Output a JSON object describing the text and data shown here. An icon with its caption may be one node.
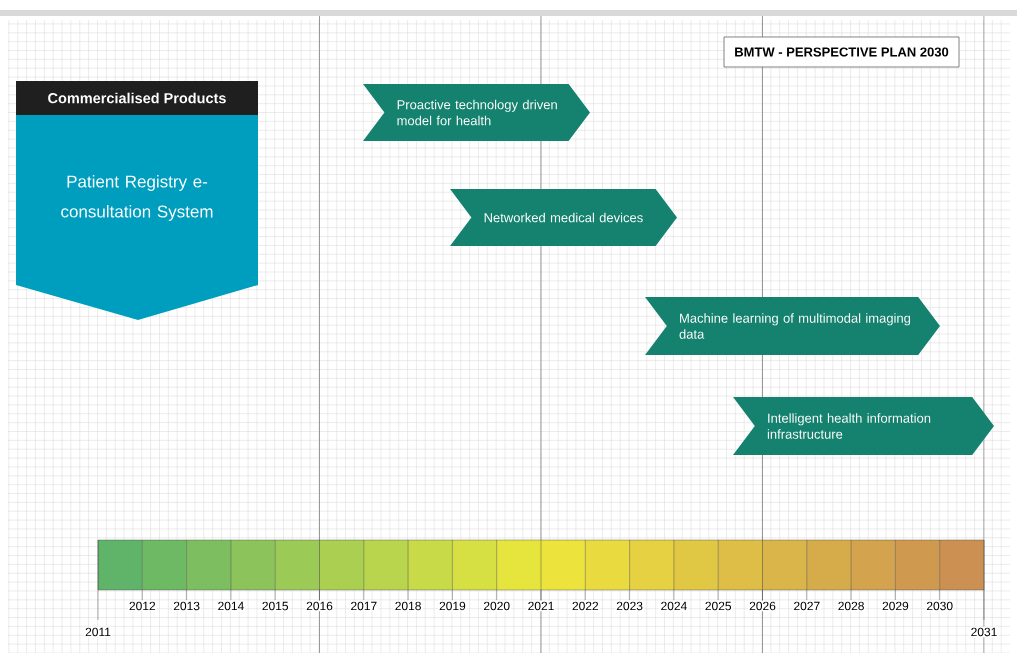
{
  "diagram": {
    "title": "BMTW - PERSPECTIVE PLAN 2030",
    "nodes": [
      {
        "text": [
          "Commercialised Products",
          "Patient Registry e- consultation System"
        ]
      },
      {
        "text": [
          "Proactive technology driven model for health"
        ]
      },
      {
        "text": [
          "Networked medical devices"
        ]
      },
      {
        "text": [
          "Machine learning of multimodal imaging data"
        ]
      },
      {
        "text": [
          "Intelligent health information infrastructure"
        ]
      }
    ],
    "labels": [
      "2012",
      "2013",
      "2014",
      "2015",
      "2016",
      "2017",
      "2018",
      "2019",
      "2020",
      "2021",
      "2022",
      "2023",
      "2024",
      "2025",
      "2026",
      "2027",
      "2028",
      "2029",
      "2030",
      "2011",
      "2031"
    ]
  }
}
